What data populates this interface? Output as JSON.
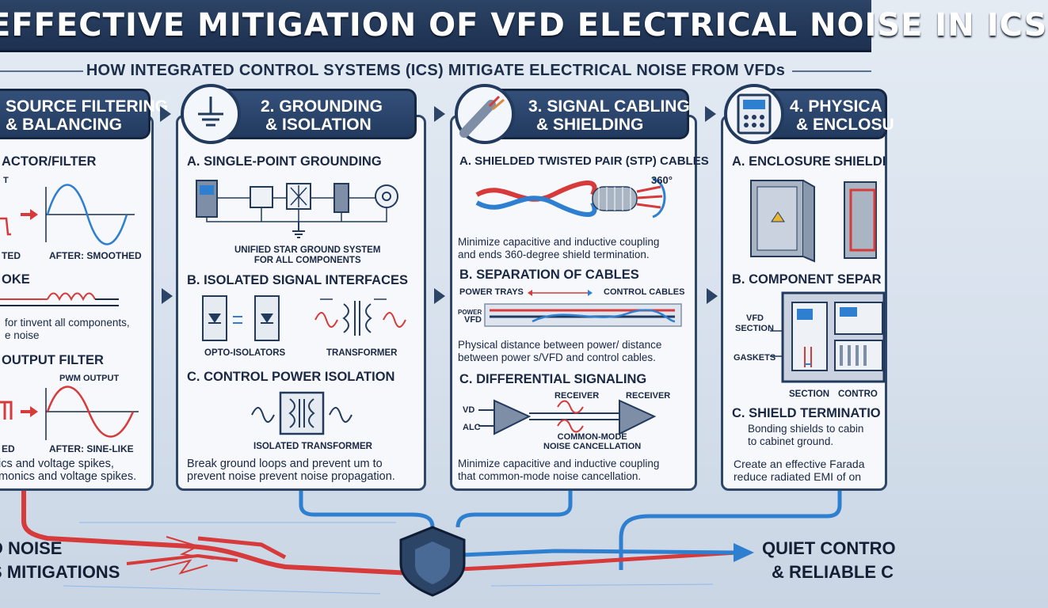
{
  "title": "EFFECTIVE MITIGATION OF VFD ELECTRICAL NOISE IN ICS",
  "subtitle": "HOW INTEGRATED CONTROL SYSTEMS (ICS) MITIGATE ELECTRICAL NOISE FROM VFDs",
  "columns": [
    {
      "header_line1": "SOURCE FILTERING",
      "header_line2": "& BALANCING",
      "icon": "sine-wave-icon",
      "sections": [
        {
          "title": "ACTOR/FILTER",
          "labels": [
            "T",
            "TED",
            "AFTER: SMOOTHED"
          ]
        },
        {
          "title": "OKE",
          "desc": [
            "for tinvent all components,",
            "e noise"
          ]
        },
        {
          "title": "OUTPUT FILTER",
          "labels": [
            "PWM OUTPUT",
            "ED",
            "AFTER: SINE-LIKE"
          ]
        }
      ],
      "footer": [
        "ics and voltage spikes,",
        "monics and voltage spikes."
      ]
    },
    {
      "header_line1": "2. GROUNDING",
      "header_line2": "& ISOLATION",
      "icon": "ground-symbol-icon",
      "sections": [
        {
          "title": "A. SINGLE-POINT GROUNDING",
          "labels": [
            "UNIFIED STAR GROUND SYSTEM",
            "FOR ALL COMPONENTS"
          ]
        },
        {
          "title": "B. ISOLATED SIGNAL INTERFACES",
          "labels": [
            "OPTO-ISOLATORS",
            "TRANSFORMER"
          ]
        },
        {
          "title": "C. CONTROL POWER ISOLATION",
          "labels": [
            "ISOLATED TRANSFORMER"
          ]
        }
      ],
      "footer": [
        "Break ground loops and prevent um to",
        "prevent noise prevent noise propagation."
      ]
    },
    {
      "header_line1": "3. SIGNAL CABLING",
      "header_line2": "& SHIELDING",
      "icon": "shielded-cable-icon",
      "sections": [
        {
          "title": "A. SHIELDED TWISTED PAIR (STP) CABLES",
          "labels": [
            "360°"
          ],
          "desc": [
            "Minimize capacitive and inductive coupling",
            "and ends 360-degree shield termination."
          ]
        },
        {
          "title": "B. SEPARATION OF CABLES",
          "labels": [
            "POWER TRAYS",
            "CONTROL CABLES",
            "POWER",
            "VFD"
          ],
          "desc": [
            "Physical distance between power/ distance",
            "between power s/VFD and control cables."
          ]
        },
        {
          "title": "C. DIFFERENTIAL SIGNALING",
          "labels": [
            "RECEIVER",
            "RECEIVER",
            "VD",
            "ALC",
            "COMMON-MODE",
            "NOISE CANCELLATION"
          ],
          "desc": [
            "Minimize capacitive and inductive coupling",
            "that common-mode noise cancellation."
          ]
        }
      ]
    },
    {
      "header_line1": "4. PHYSICA",
      "header_line2": "& ENCLOSU",
      "icon": "control-panel-icon",
      "sections": [
        {
          "title": "A. ENCLOSURE SHIELDI"
        },
        {
          "title": "B. COMPONENT SEPAR",
          "labels": [
            "VFD",
            "SECTION",
            "GASKETS",
            "SECTION",
            "CONTRO"
          ]
        },
        {
          "title": "C. SHIELD TERMINATIO",
          "desc": [
            "Bonding shields to cabin",
            "to cabinet ground."
          ]
        }
      ],
      "footer": [
        "Create an effective Farada",
        "reduce radiated EMI of on"
      ]
    }
  ],
  "bottom": {
    "left_line1": "D NOISE",
    "left_line2": "S MITIGATIONS",
    "right_line1": "QUIET CONTRO",
    "right_line2": "& RELIABLE C"
  },
  "colors": {
    "navy": "#223a5e",
    "noise_red": "#d63a3a",
    "clean_blue": "#2f7fd0",
    "panel_bg": "#f6f8fb",
    "background": "#dbe3ee"
  }
}
